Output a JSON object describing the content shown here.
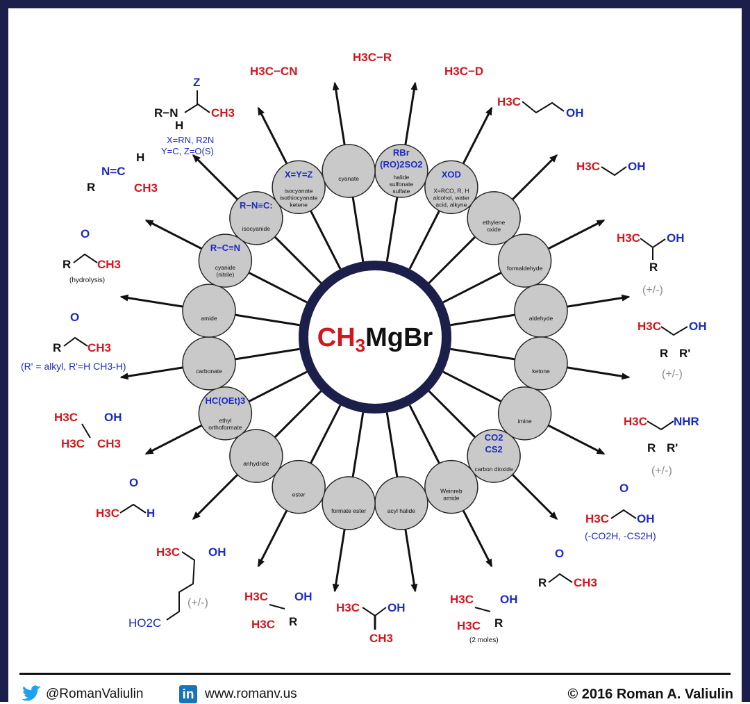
{
  "center": {
    "prefix": "CH",
    "sub": "3",
    "suffix": "MgBr"
  },
  "reagents": [
    {
      "id": "halide",
      "lines": [
        "RBr",
        "(RO)2SO2"
      ],
      "captions": [
        "halide",
        "sulfonate",
        "sulfate"
      ],
      "product": [
        "H3C−R"
      ]
    },
    {
      "id": "xod",
      "lines": [
        "XOD"
      ],
      "captions": [
        "X=RCO, R, H",
        "alcohol, water",
        "acid, alkyne"
      ],
      "product": [
        "H3C−D"
      ]
    },
    {
      "id": "epoxide",
      "captions": [
        "ethylene",
        "oxide"
      ],
      "product": [
        "H3C",
        "OH"
      ]
    },
    {
      "id": "formaldehyde",
      "captions": [
        "formaldehyde"
      ],
      "product": [
        "H3C",
        "OH"
      ]
    },
    {
      "id": "aldehyde",
      "captions": [
        "aldehyde"
      ],
      "product": [
        "H3C",
        "OH",
        "R"
      ],
      "note": "(+/-)"
    },
    {
      "id": "ketone",
      "captions": [
        "ketone"
      ],
      "product": [
        "H3C",
        "OH",
        "R",
        "R'"
      ],
      "note": "(+/-)"
    },
    {
      "id": "imine",
      "captions": [
        "imine"
      ],
      "product": [
        "H3C",
        "NHR",
        "R",
        "R'"
      ],
      "note": "(+/-)"
    },
    {
      "id": "co2",
      "lines": [
        "CO2",
        "CS2"
      ],
      "captions": [
        "carbon dioxide"
      ],
      "product": [
        "H3C",
        "OH"
      ],
      "note": "(-CO2H, -CS2H)"
    },
    {
      "id": "weinreb",
      "captions": [
        "Weinreb",
        "amide"
      ],
      "product": [
        "R",
        "CH3"
      ]
    },
    {
      "id": "acyl_halide",
      "captions": [
        "acyl halide"
      ],
      "product": [
        "H3C",
        "OH",
        "H3C",
        "R"
      ],
      "note": "(2 moles)"
    },
    {
      "id": "formate",
      "captions": [
        "formate ester"
      ],
      "product": [
        "H3C",
        "OH",
        "CH3"
      ]
    },
    {
      "id": "ester",
      "captions": [
        "ester"
      ],
      "product": [
        "H3C",
        "OH",
        "H3C",
        "R"
      ]
    },
    {
      "id": "anhydride",
      "captions": [
        "anhydride"
      ],
      "product": [
        "H3C",
        "OH",
        "HO2C"
      ],
      "note": "(+/-)"
    },
    {
      "id": "orthoformate",
      "lines": [
        "HC(OEt)3"
      ],
      "captions": [
        "ethyl",
        "orthoformate"
      ],
      "product": [
        "H3C",
        "H"
      ]
    },
    {
      "id": "carbonate",
      "captions": [
        "carbonate"
      ],
      "product": [
        "H3C",
        "OH",
        "H3C",
        "CH3"
      ]
    },
    {
      "id": "amide",
      "captions": [
        "amide"
      ],
      "product": [
        "R",
        "CH3"
      ],
      "note": "(R' = alkyl, R'=H CH3-H)"
    },
    {
      "id": "nitrile",
      "lines": [
        "R−C≡N"
      ],
      "captions": [
        "cyanide",
        "(nitrile)"
      ],
      "product": [
        "R",
        "CH3"
      ],
      "note": "(hydrolysis)"
    },
    {
      "id": "isocyanide",
      "lines": [
        "R−N≡C:"
      ],
      "captions": [
        "isocyanide"
      ],
      "product": [
        "N=C",
        "H",
        "R",
        "CH3"
      ]
    },
    {
      "id": "isocyanate",
      "lines": [
        "X=Y=Z"
      ],
      "captions": [
        "isocyanate",
        "isothiocyanate",
        "ketene"
      ],
      "product": [
        "R−N",
        "H",
        "Z",
        "CH3"
      ],
      "note": [
        "X=RN, R2N",
        "Y=C, Z=O(S)"
      ]
    },
    {
      "id": "cyanate",
      "captions": [
        "cyanate"
      ],
      "product": [
        "H3C−CN"
      ]
    }
  ],
  "footer": {
    "twitter": "@RomanValiulin",
    "linkedin_icon": "in",
    "website": "www.romanv.us",
    "copyright": "© 2016 Roman A. Valiulin"
  },
  "colors": {
    "red": "#d3161d",
    "blue": "#1b2bc1",
    "black": "#111111",
    "circle_fill": "#c9c9c9",
    "ring": "#1b1f4a",
    "grey_note": "#8a8a8a"
  }
}
